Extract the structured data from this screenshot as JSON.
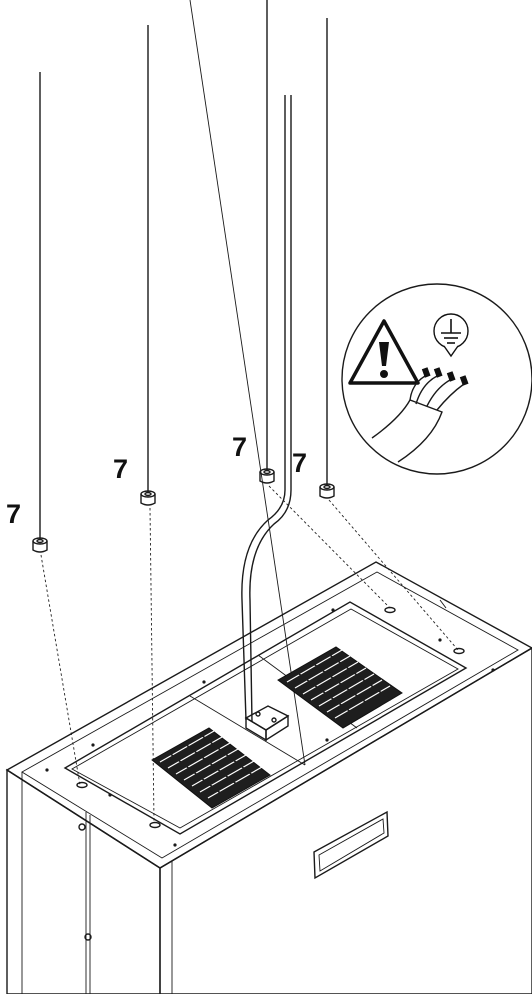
{
  "callouts": [
    {
      "id": "rod-1",
      "label": "7"
    },
    {
      "id": "rod-2",
      "label": "7"
    },
    {
      "id": "rod-3",
      "label": "7"
    },
    {
      "id": "rod-4",
      "label": "7"
    }
  ],
  "icons": {
    "warning": "warning-triangle-icon",
    "ground": "ground-symbol-icon",
    "cable": "power-cable-icon"
  },
  "colors": {
    "line": "#1a1a1a",
    "filter_dark": "#222222",
    "background": "#ffffff"
  }
}
